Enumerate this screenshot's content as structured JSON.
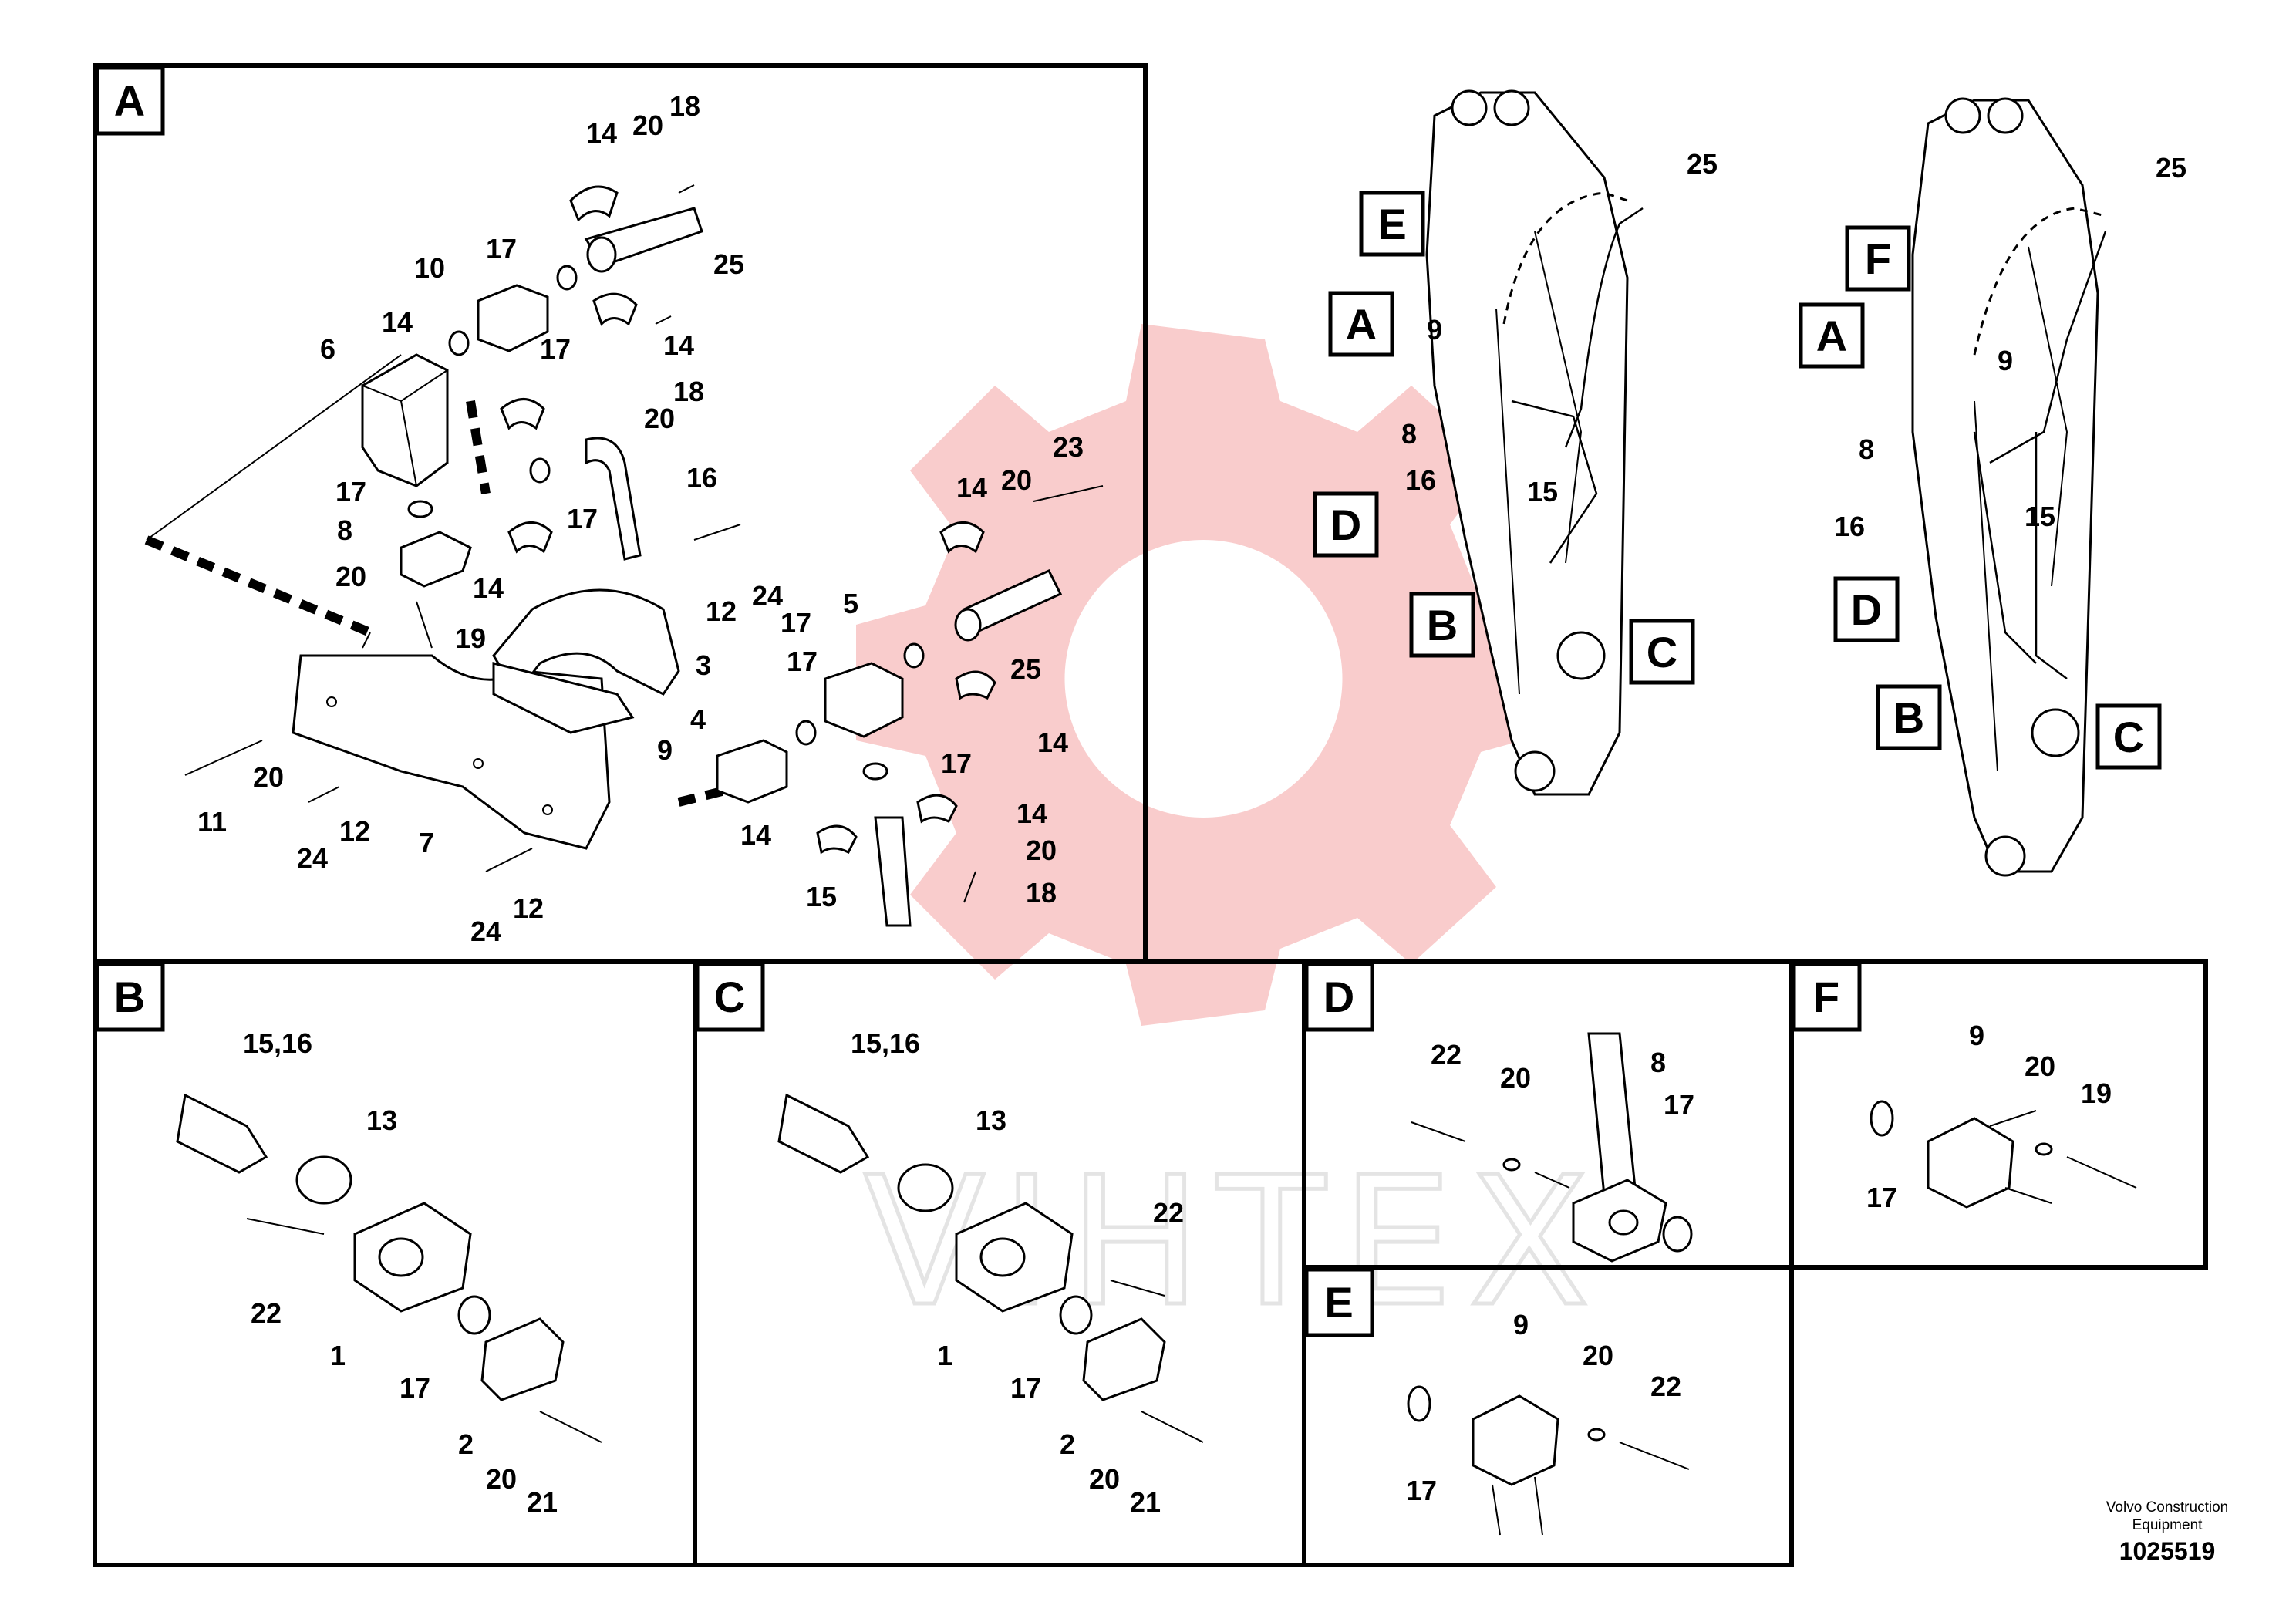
{
  "watermark": {
    "text": "VIHTEX",
    "color": "#f4a3a3"
  },
  "panels": {
    "A": {
      "caption": "A",
      "callouts": [
        "14",
        "20",
        "18",
        "25",
        "10",
        "17",
        "14",
        "17",
        "14",
        "18",
        "6",
        "20",
        "16",
        "17",
        "17",
        "23",
        "14",
        "20",
        "8",
        "20",
        "24",
        "14",
        "12",
        "19",
        "17",
        "5",
        "3",
        "25",
        "17",
        "4",
        "20",
        "11",
        "9",
        "17",
        "14",
        "24",
        "12",
        "7",
        "14",
        "20",
        "15",
        "18",
        "24",
        "12",
        "14"
      ]
    },
    "B": {
      "caption": "B",
      "callouts": [
        "15,16",
        "13",
        "22",
        "1",
        "17",
        "2",
        "20",
        "21"
      ]
    },
    "C": {
      "caption": "C",
      "callouts": [
        "15,16",
        "13",
        "22",
        "1",
        "17",
        "2",
        "20",
        "21"
      ]
    },
    "D": {
      "caption": "D",
      "callouts": [
        "22",
        "20",
        "8",
        "17"
      ]
    },
    "E": {
      "caption": "E",
      "callouts": [
        "9",
        "20",
        "22",
        "17"
      ]
    },
    "F": {
      "caption": "F",
      "callouts": [
        "9",
        "20",
        "19",
        "17"
      ]
    }
  },
  "overview_left": {
    "tags": [
      "E",
      "A",
      "D",
      "B",
      "C"
    ],
    "callouts": [
      "25",
      "9",
      "8",
      "16",
      "15"
    ]
  },
  "overview_right": {
    "tags": [
      "F",
      "A",
      "D",
      "B",
      "C"
    ],
    "callouts": [
      "25",
      "9",
      "8",
      "16",
      "15"
    ]
  },
  "footer": {
    "company_line1": "Volvo Construction",
    "company_line2": "Equipment",
    "doc_number": "1025519"
  }
}
